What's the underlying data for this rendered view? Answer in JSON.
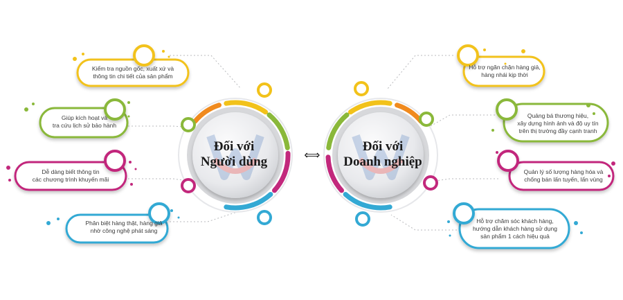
{
  "hubs": {
    "left": {
      "line1": "Đối với",
      "line2": "Người dùng"
    },
    "right": {
      "line1": "Đối với",
      "line2": "Doanh nghiệp"
    }
  },
  "arrow_symbol": "⟺",
  "colors": {
    "yellow": "#f2c21a",
    "green": "#8ab83a",
    "magenta": "#c2287c",
    "blue": "#33a9d4",
    "orange": "#f08a1e",
    "hub_gray": "#d7d8db",
    "hub_light": "#f3f4f6",
    "watermark_blue": "#6f93c8",
    "watermark_red": "#e55050"
  },
  "cards": {
    "left": [
      {
        "lines": [
          "Kiểm tra nguồn gốc, xuất xứ và",
          "thông tin chi tiết của sản phẩm"
        ],
        "color": "yellow"
      },
      {
        "lines": [
          "Giúp kích hoạt và",
          "tra cứu lịch sử bảo hành"
        ],
        "color": "green"
      },
      {
        "lines": [
          "Dễ dàng biết thông tin",
          "các chương trình khuyến mãi"
        ],
        "color": "magenta"
      },
      {
        "lines": [
          "Phân biệt hàng thật, hàng giả",
          "nhờ công nghệ phát sáng"
        ],
        "color": "blue"
      }
    ],
    "right": [
      {
        "lines": [
          "Hỗ trợ ngăn chặn hàng giả,",
          "hàng nhái kịp thời"
        ],
        "color": "yellow"
      },
      {
        "lines": [
          "Quảng bá thương hiệu,",
          "xây dựng hình ảnh và độ uy tín",
          "trên thị trường đầy cạnh tranh"
        ],
        "color": "green"
      },
      {
        "lines": [
          "Quản lý số lượng hàng hóa và",
          "chống bán lấn tuyến, lấn vùng"
        ],
        "color": "magenta"
      },
      {
        "lines": [
          "Hỗ trợ chăm sóc khách hàng,",
          "hướng dẫn khách hàng sử dụng",
          "sản phẩm 1 cách hiệu quả"
        ],
        "color": "blue"
      }
    ]
  }
}
